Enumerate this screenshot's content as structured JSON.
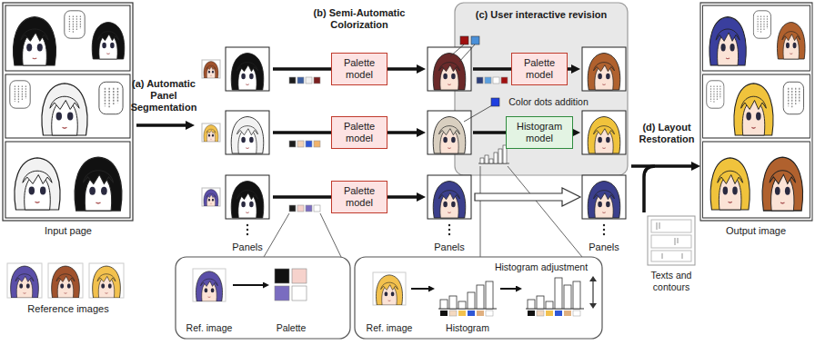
{
  "diagram": {
    "nodes": [
      {
        "text": [
          "Palette model"
        ]
      },
      {
        "text": [
          "Palette model"
        ]
      },
      {
        "text": [
          "Palette model"
        ]
      },
      {
        "text": [
          "(c) User interactive revision"
        ]
      },
      {
        "text": [
          "Palette model"
        ],
        "in": 3
      },
      {
        "text": [
          "Histogram model"
        ],
        "in": 3
      },
      {
        "text": [
          "Ref. image",
          "Palette"
        ]
      },
      {
        "text": [
          "Histogram adjustment",
          "Ref. image",
          "Histogram"
        ]
      }
    ],
    "labels": [
      "(a) Automatic Panel Segmentation",
      "(b) Semi-Automatic Colorization",
      "Input page",
      "Reference images",
      "Panels",
      "Panels",
      "Panels",
      "Color dots addition",
      "(d) Layout Restoration",
      "Texts and contours",
      "Output image"
    ]
  }
}
